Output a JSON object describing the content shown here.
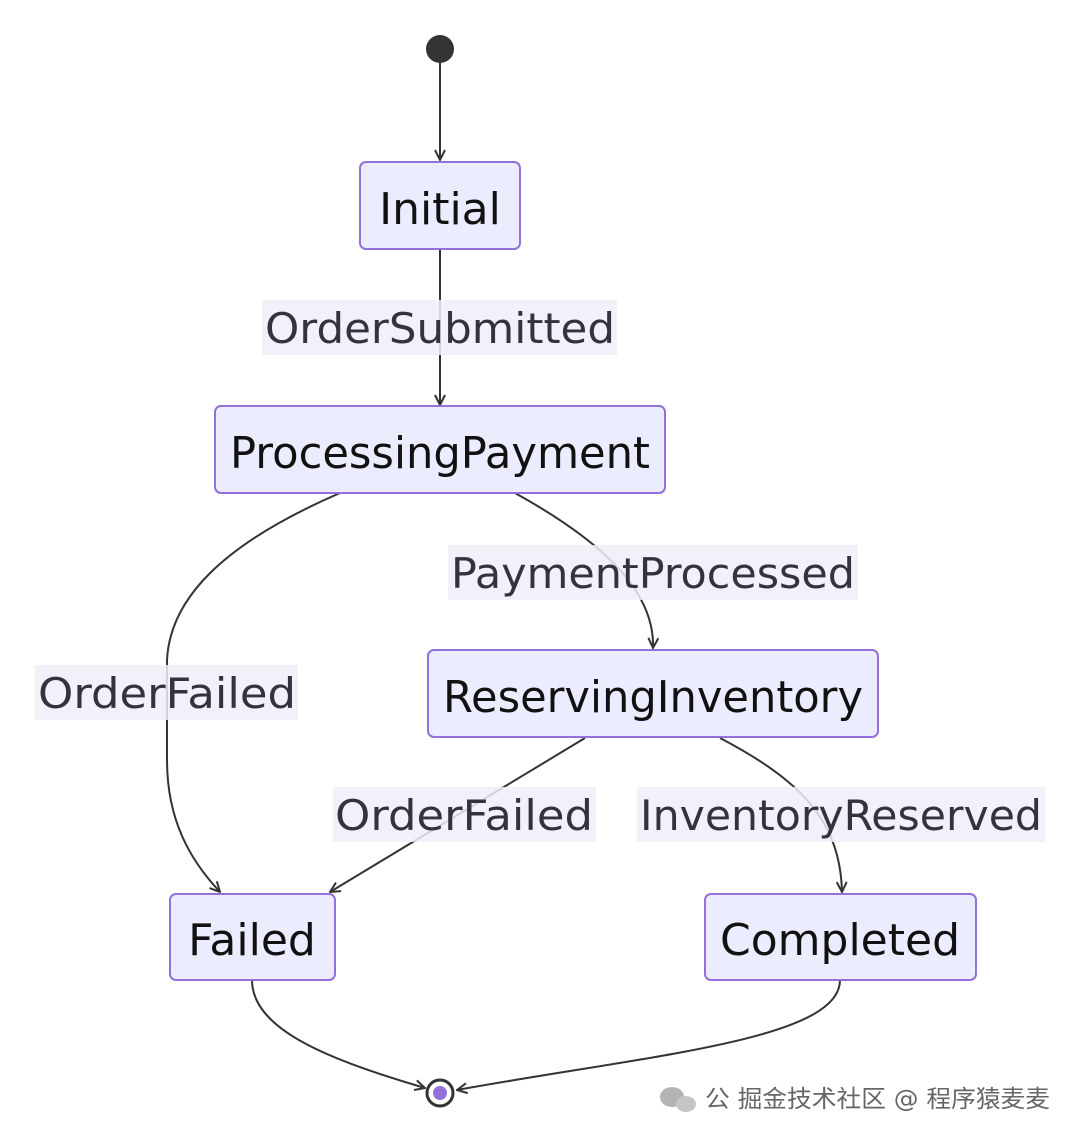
{
  "states": {
    "initial": "Initial",
    "processing_payment": "ProcessingPayment",
    "reserving_inventory": "ReservingInventory",
    "failed": "Failed",
    "completed": "Completed"
  },
  "transitions": {
    "order_submitted": "OrderSubmitted",
    "payment_processed": "PaymentProcessed",
    "order_failed_from_payment": "OrderFailed",
    "order_failed_from_inventory": "OrderFailed",
    "inventory_reserved": "InventoryReserved"
  },
  "colors": {
    "state_fill": "#ececff",
    "state_border": "#9370db",
    "edge": "#333333",
    "end_dot": "#9370db"
  },
  "watermark": {
    "icon": "wechat-icon",
    "text": "公 掘金技术社区 @ 程序猿麦麦"
  }
}
